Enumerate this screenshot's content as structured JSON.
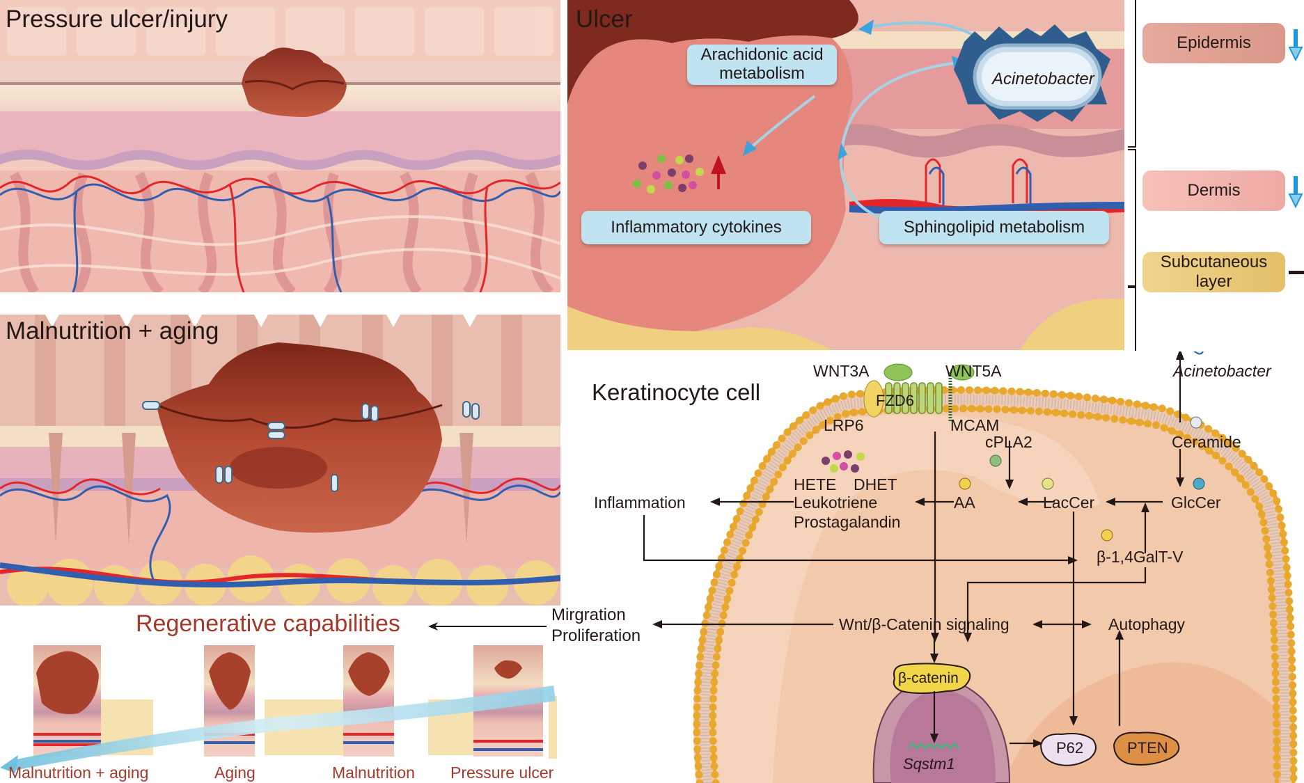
{
  "panels": {
    "pressure_ulcer": {
      "title": "Pressure ulcer/injury"
    },
    "malnutrition_aging": {
      "title": "Malnutrition + aging"
    },
    "ulcer": {
      "title": "Ulcer",
      "boxes": {
        "arachidonic": "Arachidonic acid metabolism",
        "arachidonic_line1": "Arachidonic acid",
        "arachidonic_line2": "metabolism",
        "cytokines": "Inflammatory cytokines",
        "sphingolipid": "Sphingolipid metabolism"
      },
      "bacterium_label": "Acinetobacter"
    }
  },
  "layers": [
    {
      "label": "Epidermis",
      "trend": "decrease",
      "trend_icon": "down-arrow-icon",
      "color": "#dd9e8f"
    },
    {
      "label": "Dermis",
      "trend": "decrease",
      "trend_icon": "down-arrow-icon",
      "color": "#f2b5ad"
    },
    {
      "label_line1": "Subcutaneous",
      "label_line2": "layer",
      "label": "Subcutaneous layer",
      "trend": "unchanged",
      "trend_icon": "dash-icon",
      "color": "#e9c97a"
    }
  ],
  "regenerative": {
    "title": "Regenerative capabilities",
    "outcome_line1": "Mirgration",
    "outcome_line2": "Proliferation",
    "conditions": [
      "Malnutrition + aging",
      "Aging",
      "Malnutrition",
      "Pressure ulcer"
    ]
  },
  "keratinocyte": {
    "title": "Keratinocyte cell",
    "external_bacterium": "Acinetobacter",
    "receptors": {
      "wnt3a": "WNT3A",
      "wnt5a": "WNT5A",
      "fzd6": "FZD6",
      "lrp6": "LRP6",
      "mcam": "MCAM"
    },
    "nodes": {
      "cpla2": "cPLA2",
      "ceramide": "Ceramide",
      "hete": "HETE",
      "dhet": "DHET",
      "leukotriene": "Leukotriene",
      "prostagalandin": "Prostagalandin",
      "inflammation": "Inflammation",
      "aa": "AA",
      "laccer": "LacCer",
      "glccer": "GlcCer",
      "galt": "β-1,4GalT-V",
      "wnt_signaling": "Wnt/β-Catenin signaling",
      "autophagy": "Autophagy",
      "beta_catenin": "β-catenin",
      "sqstm1": "Sqstm1",
      "p62": "P62",
      "pten": "PTEN"
    }
  },
  "colors": {
    "ulcer_dark": "#7f2a1f",
    "skin_pink": "#e5877d",
    "blue_box": "#bfe3f1",
    "arrow_blue": "#3aa2dc",
    "membrane_gold": "#e3a531",
    "cytoplasm": "#f3c9ab",
    "title_red": "#a23a2c"
  }
}
